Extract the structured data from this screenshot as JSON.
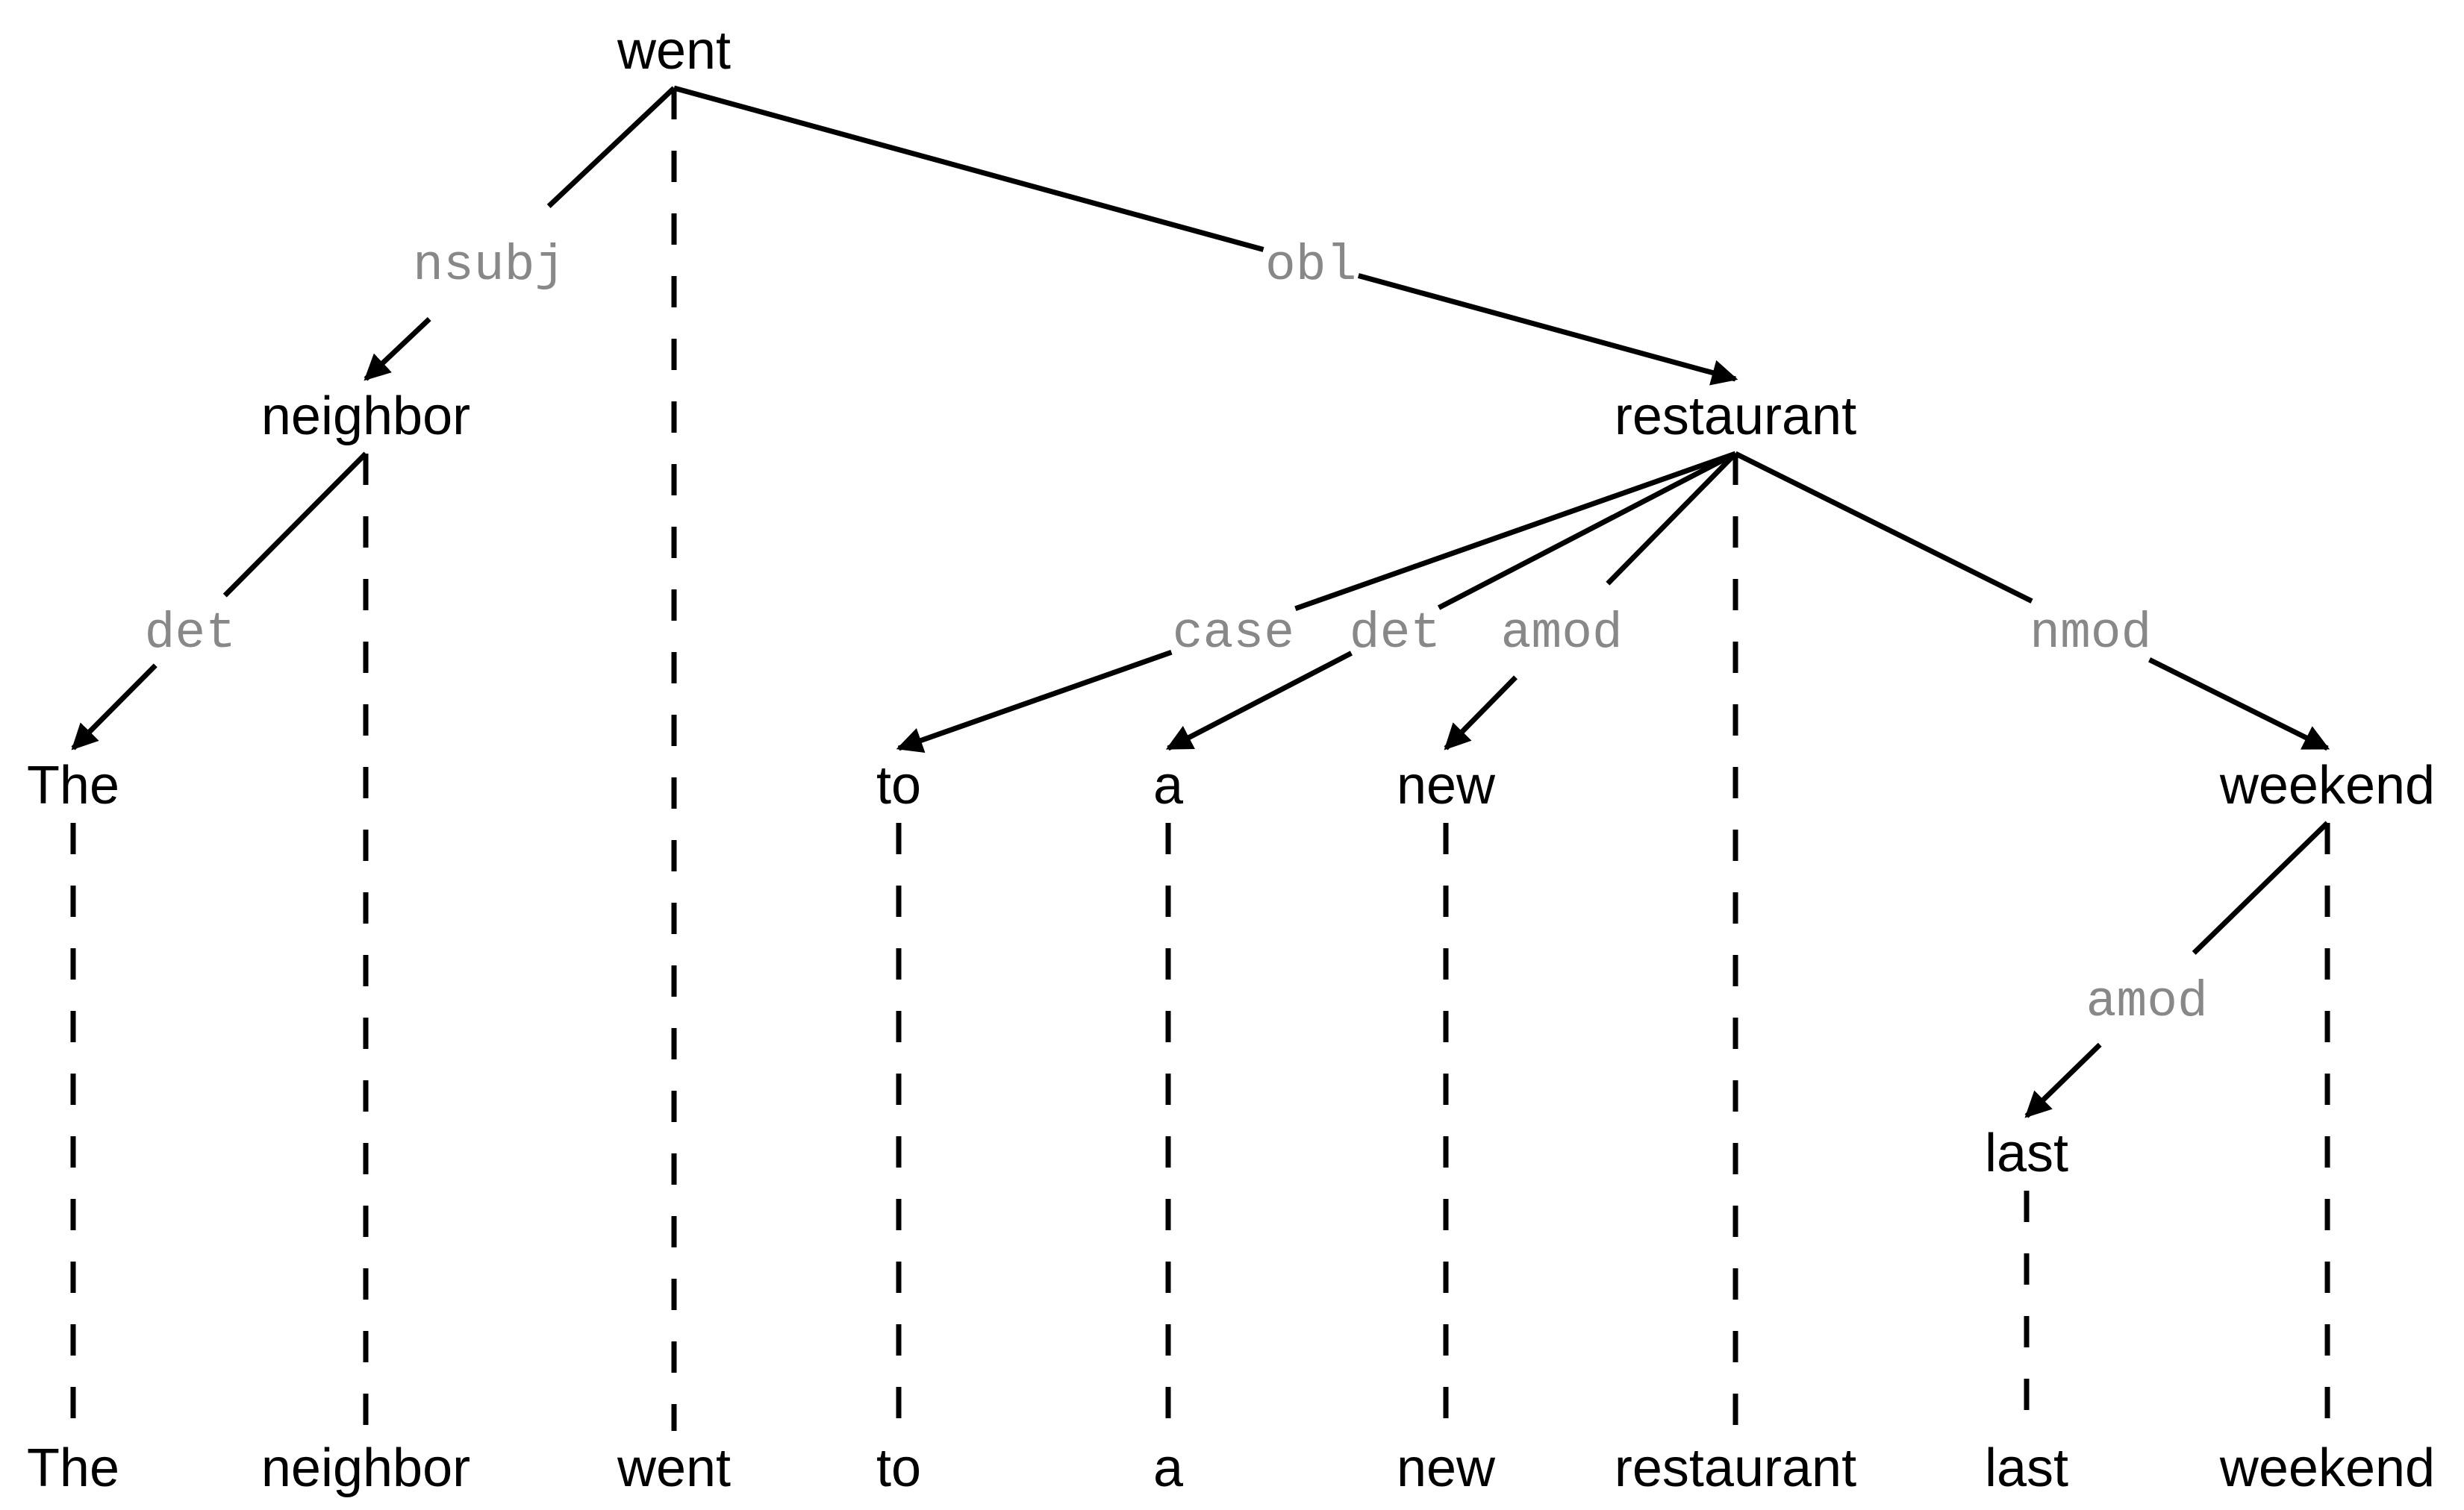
{
  "diagram": {
    "type": "dependency-tree",
    "words": [
      {
        "id": "the",
        "text": "The"
      },
      {
        "id": "neighbor",
        "text": "neighbor"
      },
      {
        "id": "went",
        "text": "went"
      },
      {
        "id": "to",
        "text": "to"
      },
      {
        "id": "a",
        "text": "a"
      },
      {
        "id": "new",
        "text": "new"
      },
      {
        "id": "restaurant",
        "text": "restaurant"
      },
      {
        "id": "last",
        "text": "last"
      },
      {
        "id": "weekend",
        "text": "weekend"
      }
    ],
    "root": "went",
    "edges": [
      {
        "head": "went",
        "dep": "neighbor",
        "label": "nsubj"
      },
      {
        "head": "went",
        "dep": "restaurant",
        "label": "obl"
      },
      {
        "head": "neighbor",
        "dep": "the",
        "label": "det"
      },
      {
        "head": "restaurant",
        "dep": "to",
        "label": "case"
      },
      {
        "head": "restaurant",
        "dep": "a",
        "label": "det"
      },
      {
        "head": "restaurant",
        "dep": "new",
        "label": "amod"
      },
      {
        "head": "restaurant",
        "dep": "weekend",
        "label": "nmod"
      },
      {
        "head": "weekend",
        "dep": "last",
        "label": "amod"
      }
    ]
  }
}
